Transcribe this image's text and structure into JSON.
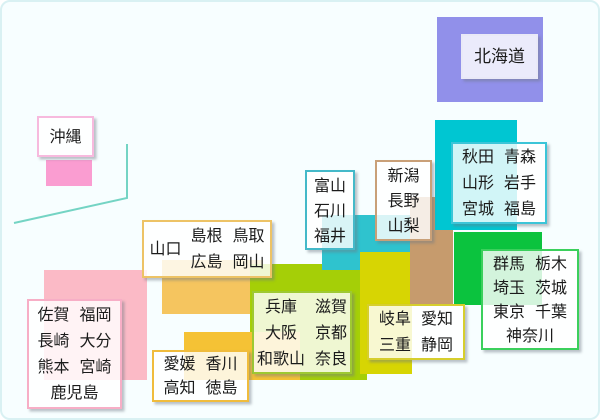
{
  "canvas": {
    "background": "#f7feff",
    "border_color": "#d9f1f3"
  },
  "okinawa_line_color": "#74d4c4",
  "regions": {
    "hokkaido": {
      "color": "#9190ea",
      "label_border": "#e9e9f7",
      "prefectures": [
        "北海道"
      ]
    },
    "okinawa": {
      "color": "#fa9dd1",
      "label_border": "#f7bade",
      "prefectures": [
        "沖縄"
      ]
    },
    "tohoku": {
      "color": "#00c6d2",
      "label_border": "#3cc5d8",
      "prefectures": [
        "秋田",
        "青森",
        "山形",
        "岩手",
        "宮城",
        "福島"
      ]
    },
    "koshinetsu": {
      "color": "#c69b6d",
      "label_border": "#c9a078",
      "prefectures": [
        "新潟",
        "長野",
        "山梨"
      ]
    },
    "hokuriku": {
      "color": "#2fc3ce",
      "label_border": "#44b9c9",
      "prefectures": [
        "富山",
        "石川",
        "福井"
      ]
    },
    "kanto": {
      "color": "#0bc33e",
      "label_border": "#3bd05c",
      "prefectures": [
        "群馬",
        "栃木",
        "埼玉",
        "茨城",
        "東京",
        "千葉",
        "神奈川"
      ]
    },
    "tokai": {
      "color": "#d7d503",
      "label_border": "#d6ce2d",
      "prefectures": [
        "岐阜",
        "愛知",
        "三重",
        "静岡"
      ]
    },
    "kansai": {
      "color": "#a5cf07",
      "label_border": "#9ec932",
      "prefectures": [
        "兵庫",
        "滋賀",
        "大阪",
        "京都",
        "和歌山",
        "奈良"
      ]
    },
    "chugoku": {
      "color": "#f5c55f",
      "label_border": "#edc366",
      "prefectures": [
        "山口",
        "島根",
        "鳥取",
        "広島",
        "岡山"
      ]
    },
    "shikoku": {
      "color": "#f5c235",
      "label_border": "#f0bc3c",
      "prefectures": [
        "愛媛",
        "香川",
        "高知",
        "徳島"
      ]
    },
    "kyushu": {
      "color": "#fbbac6",
      "label_border": "#f7aec6",
      "prefectures": [
        "佐賀",
        "福岡",
        "長崎",
        "大分",
        "熊本",
        "宮崎",
        "鹿児島"
      ]
    }
  }
}
